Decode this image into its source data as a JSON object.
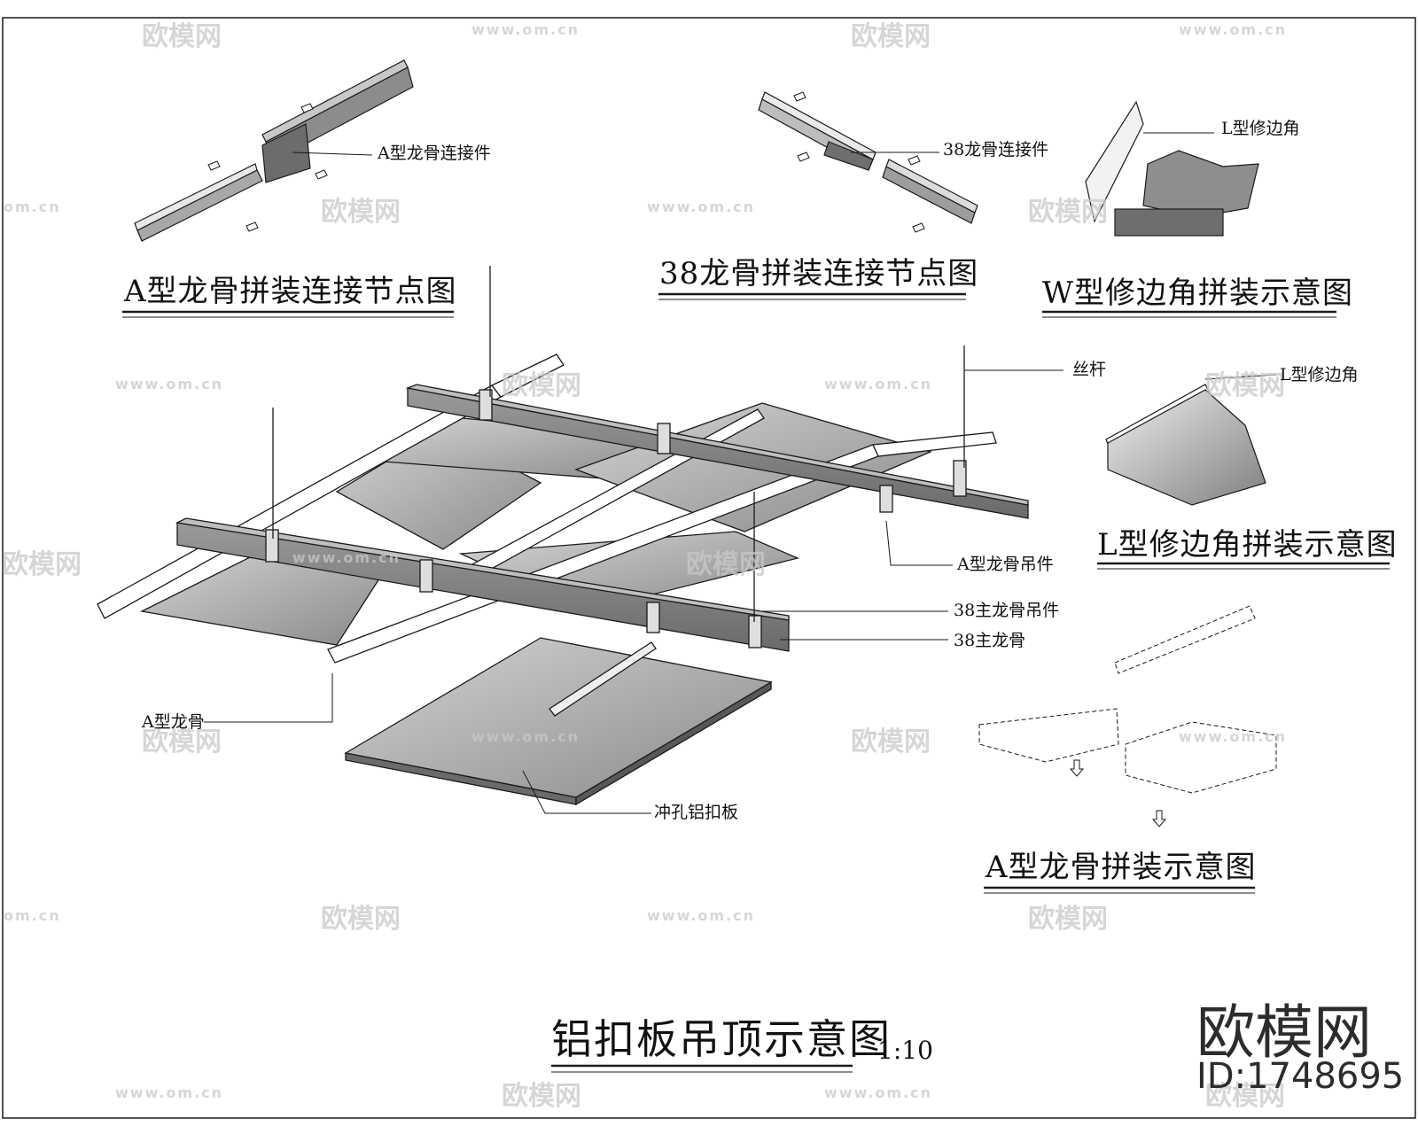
{
  "titles": {
    "a_joint": "A型龙骨拼装连接节点图",
    "joint_38": "38龙骨拼装连接节点图",
    "w_trim": "W型修边角拼装示意图",
    "l_trim": "L型修边角拼装示意图",
    "a_assembly": "A型龙骨拼装示意图",
    "main": "铝扣板吊顶示意图",
    "scale": "1:10"
  },
  "callouts": {
    "a_connector": "A型龙骨连接件",
    "connector_38": "38龙骨连接件",
    "l_trim_w": "L型修边角",
    "rod": "丝杆",
    "l_trim": "L型修边角",
    "a_hanger": "A型龙骨吊件",
    "hanger_38": "38主龙骨吊件",
    "main_38": "38主龙骨",
    "a_keel": "A型龙骨",
    "panel": "冲孔铝扣板"
  },
  "watermark": {
    "brand_cn": "欧模网",
    "url": "www.om.cn",
    "url_short": "om.cn",
    "id": "ID:1748695"
  },
  "colors": {
    "line": "#1a1a1a",
    "panel_fill": "#9a9a9a",
    "beam_fill": "#7a7a7a",
    "keel_fill": "#eeeeee",
    "watermark": "#c9c9c9"
  }
}
